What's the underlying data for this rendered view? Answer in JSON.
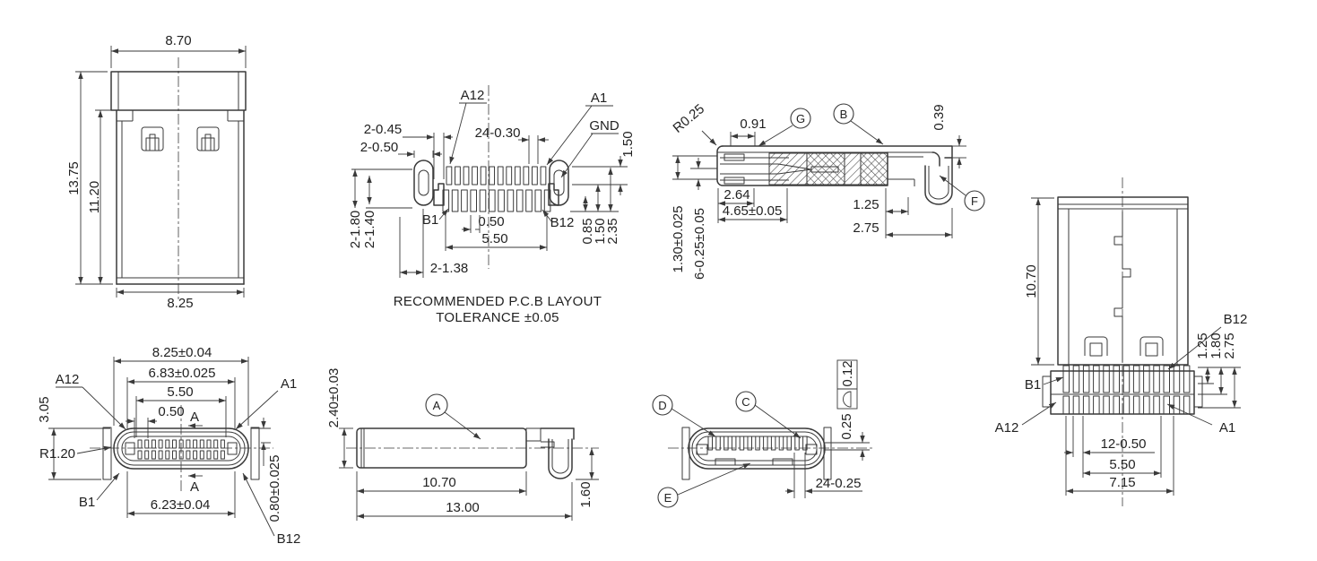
{
  "drawing": {
    "caption": {
      "line1": "RECOMMENDED P.C.B LAYOUT",
      "line2": "TOLERANCE ±0.05"
    },
    "shell_top_view": {
      "width_top": "8.70",
      "height_overall": "13.75",
      "height_shell": "11.20",
      "width_bottom": "8.25"
    },
    "pcb_layout_view": {
      "pads_per_row": 12,
      "pad_a12": "A12",
      "pad_a1": "A1",
      "pad_gnd": "GND",
      "pad_b1": "B1",
      "pad_b12": "B12",
      "dim_tab": "2-0.45",
      "dim_slot_w": "2-0.50",
      "dim_pad_w": "24-0.30",
      "dim_pad_len": "1.50",
      "dim_slot_len1": "2-1.80",
      "dim_slot_len2": "2-1.40",
      "dim_pitch": "0.50",
      "dim_row_span": "5.50",
      "dim_off1": "0.85",
      "dim_off2": "1.50",
      "dim_off3": "2.35",
      "dim_slot_pos": "2-1.38"
    },
    "section_view": {
      "radius": "R0.25",
      "dim_091": "0.91",
      "balloon_g": "G",
      "balloon_b": "B",
      "dim_039": "0.39",
      "dim_264": "2.64",
      "dim_465": "4.65±0.05",
      "dim_125": "1.25",
      "dim_275": "2.75",
      "dim_130": "1.30±0.025",
      "dim_contacts": "6-0.25±0.05",
      "balloon_f": "F"
    },
    "board_side_view": {
      "dim_height": "10.70",
      "pin_b12": "B12",
      "dim_125": "1.25",
      "dim_180": "1.80",
      "dim_275": "2.75",
      "pin_b1": "B1",
      "pin_a12": "A12",
      "pin_a1": "A1",
      "dim_pitch": "12-0.50",
      "dim_550": "5.50",
      "dim_715": "7.15"
    },
    "mating_face_view": {
      "dim_width": "8.25±0.04",
      "dim_683": "6.83±0.025",
      "dim_550": "5.50",
      "dim_050": "0.50",
      "section_mark": "A",
      "pin_a12": "A12",
      "pin_a1": "A1",
      "dim_305": "3.05",
      "radius": "R1.20",
      "pin_b1": "B1",
      "dim_623": "6.23±0.04",
      "dim_080": "0.80±0.025",
      "pin_b12": "B12"
    },
    "profile_view": {
      "dim_height": "2.40±0.03",
      "balloon_a": "A",
      "dim_1070": "10.70",
      "dim_1300": "13.00",
      "dim_160": "1.60"
    },
    "plug_face_view": {
      "balloon_d": "D",
      "balloon_c": "C",
      "gdt_value": "0.12",
      "dim_025": "0.25",
      "balloon_e": "E",
      "dim_pitch": "24-0.25"
    }
  }
}
